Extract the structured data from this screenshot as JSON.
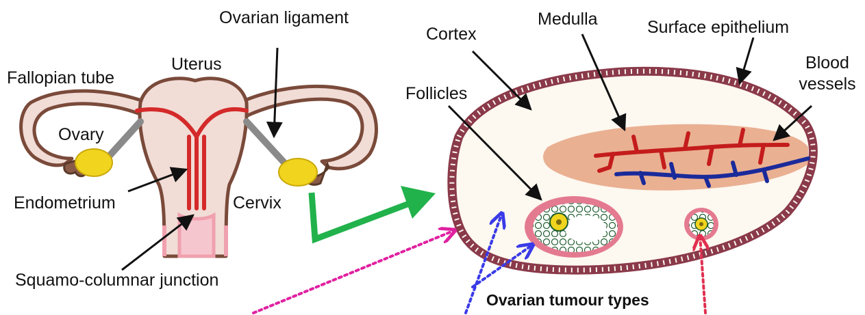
{
  "labels": {
    "ovarian_ligament": "Ovarian ligament",
    "uterus": "Uterus",
    "fallopian_tube": "Fallopian tube",
    "ovary": "Ovary",
    "endometrium": "Endometrium",
    "cervix": "Cervix",
    "squamo_columnar_junction": "Squamo-columnar junction",
    "cortex": "Cortex",
    "medulla": "Medulla",
    "surface_epithelium": "Surface epithelium",
    "blood_vessels_line1": "Blood",
    "blood_vessels_line2": "vessels",
    "follicles": "Follicles",
    "ovarian_tumour_types": "Ovarian tumour types"
  },
  "colors": {
    "tube_outline": "#7a4a3a",
    "tissue_fill": "#f1dcd6",
    "endometrium_red": "#d42a2a",
    "cervix_pink": "#f0a0ae",
    "ovary_yellow": "#f1d41e",
    "ligament_grey": "#8a8a8a",
    "medulla_orange": "#e08860",
    "artery_red": "#c41c1c",
    "vein_blue": "#1a2a9a",
    "epithelium_outline": "#8a3a4a",
    "follicle_pink": "#e47a90",
    "follicle_cells_green": "#1a5a2a",
    "arrow_green": "#22b24c",
    "arrow_magenta": "#e020a0",
    "arrow_blue": "#3a3ae8",
    "arrow_red": "#e03050"
  }
}
